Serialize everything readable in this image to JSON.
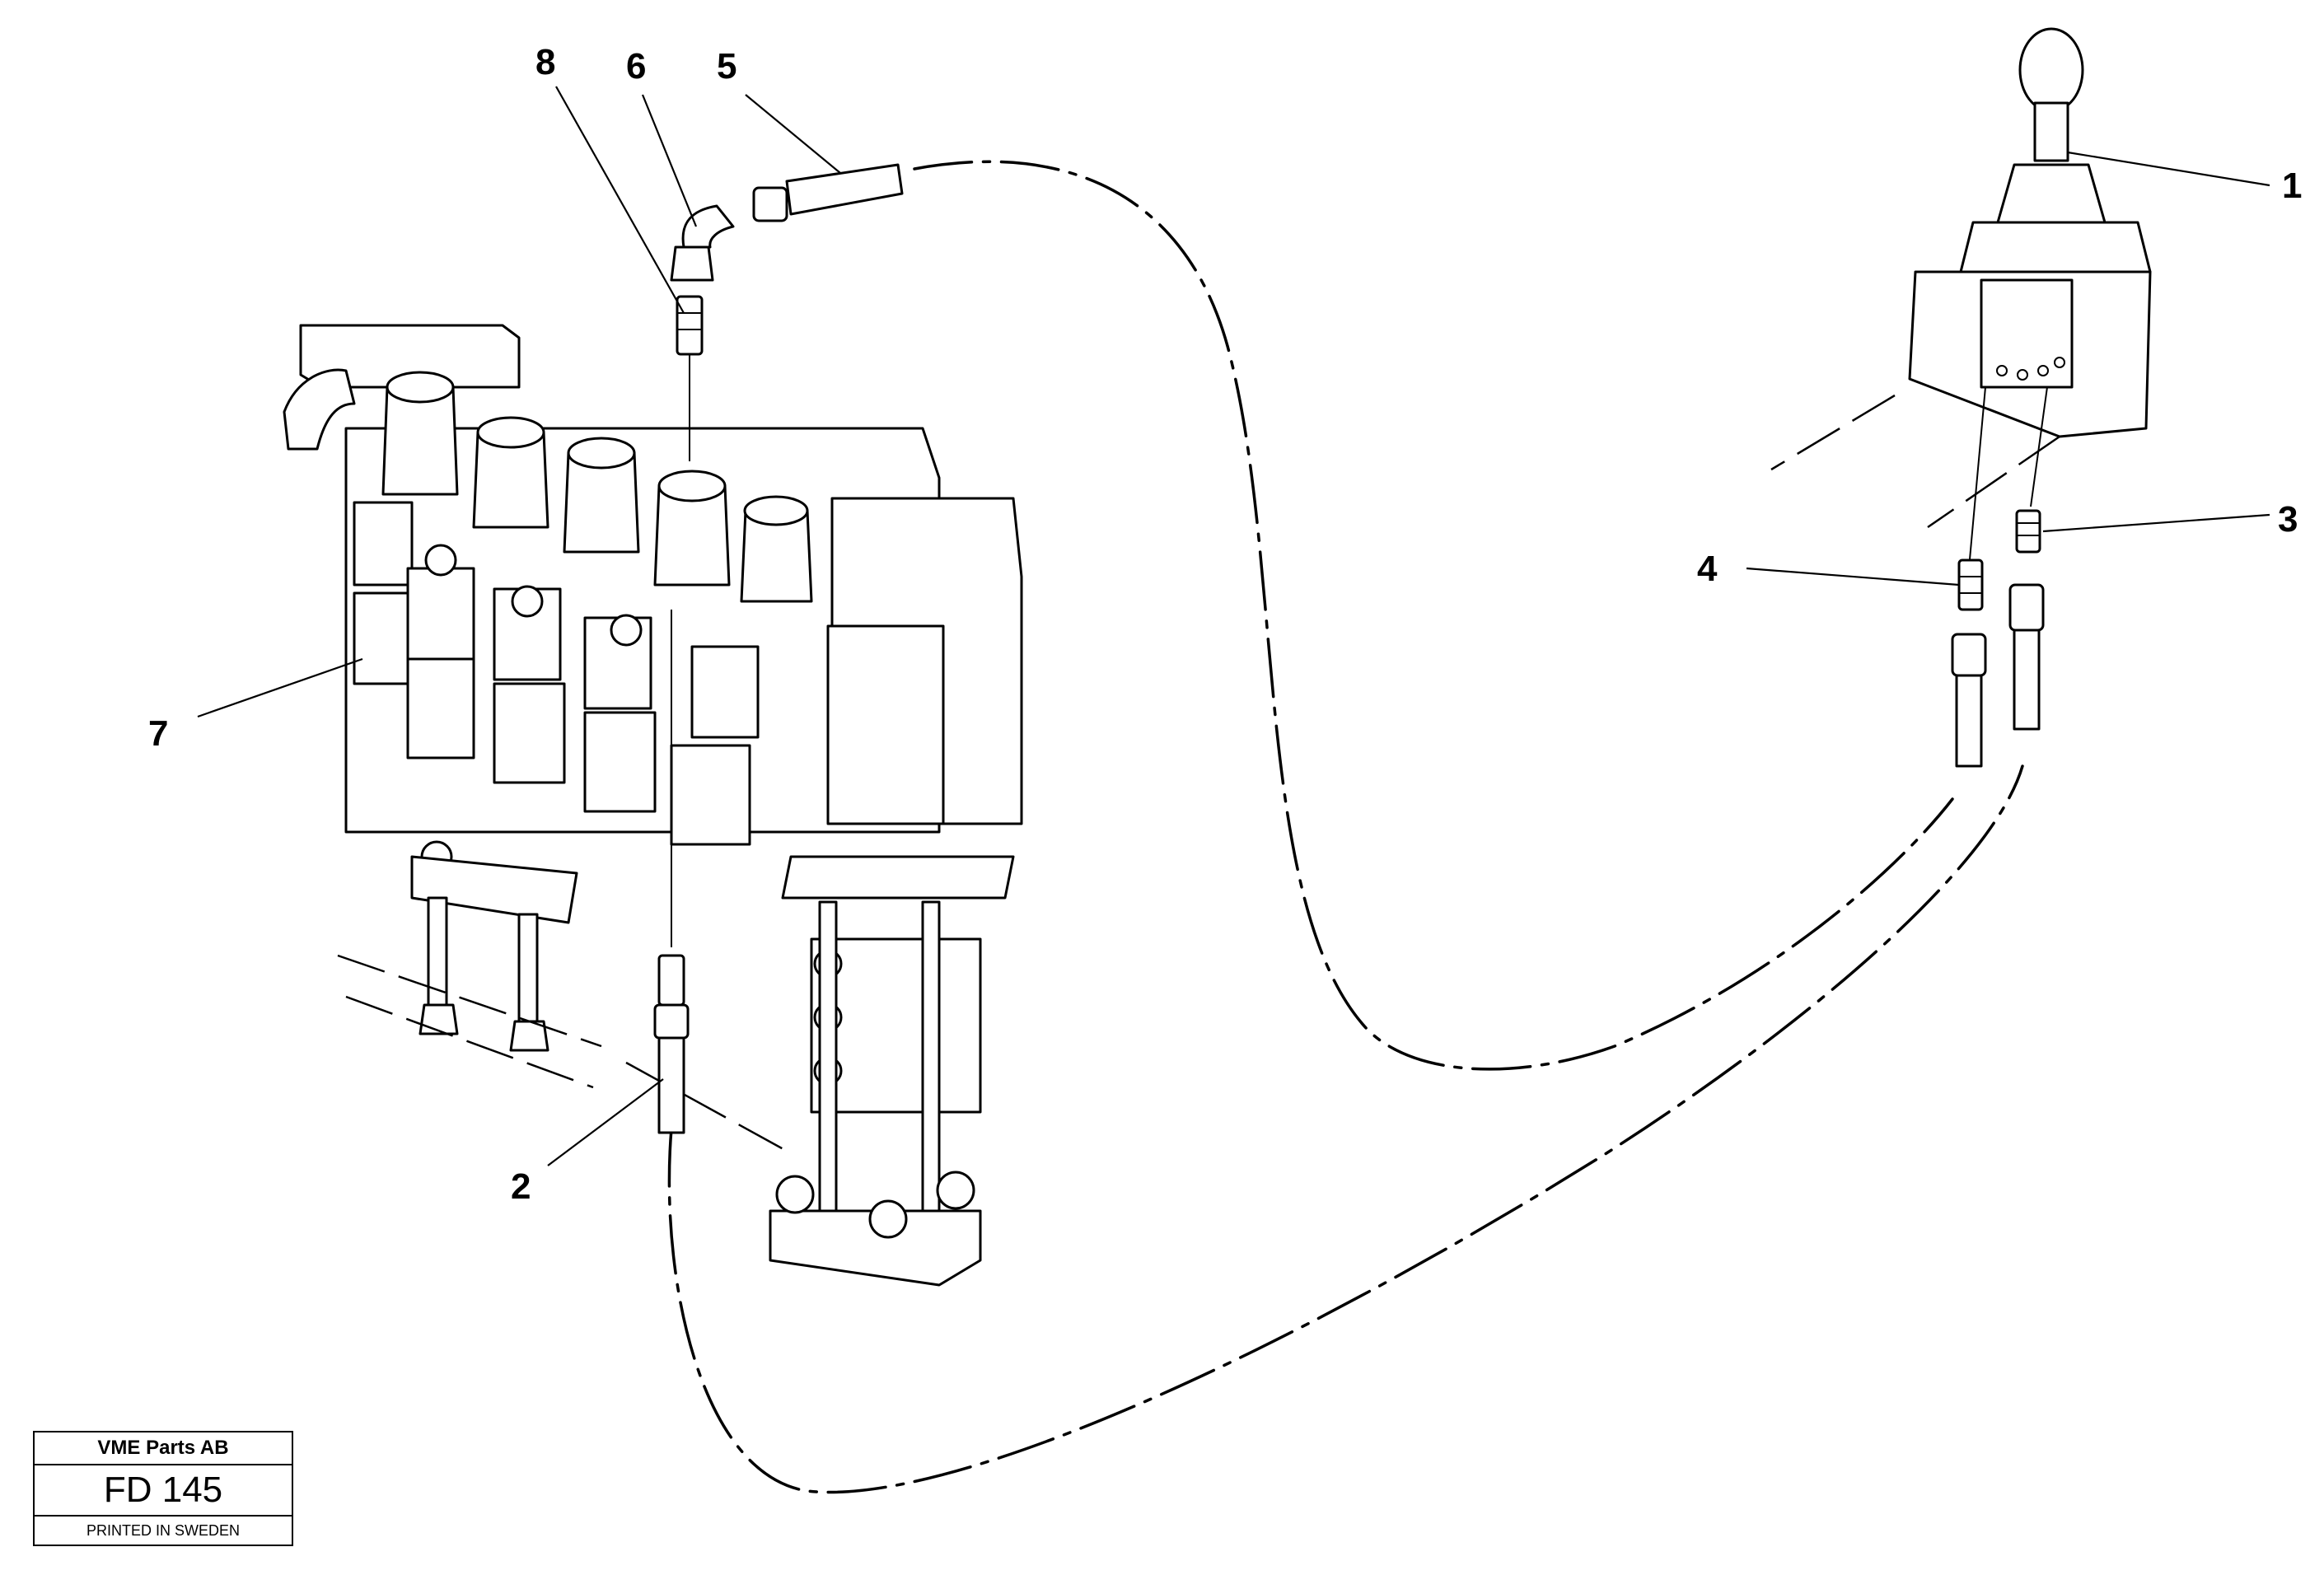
{
  "callouts": [
    {
      "id": "1",
      "label": "1"
    },
    {
      "id": "2",
      "label": "2"
    },
    {
      "id": "3",
      "label": "3"
    },
    {
      "id": "4",
      "label": "4"
    },
    {
      "id": "5",
      "label": "5"
    },
    {
      "id": "6",
      "label": "6"
    },
    {
      "id": "7",
      "label": "7"
    },
    {
      "id": "8",
      "label": "8"
    }
  ],
  "title_block": {
    "company": "VME Parts AB",
    "code": "FD 145",
    "printed": "PRINTED IN SWEDEN"
  }
}
